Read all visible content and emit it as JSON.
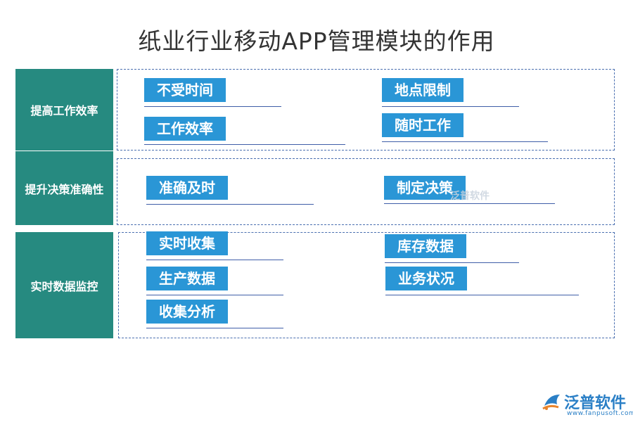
{
  "title": "纸业行业移动APP管理模块的作用",
  "rows": [
    {
      "label": "提高工作效率",
      "items": [
        "不受时间",
        "地点限制",
        "工作效率",
        "随时工作"
      ]
    },
    {
      "label": "提升决策准确性",
      "items": [
        "准确及时",
        "制定决策"
      ]
    },
    {
      "label": "实时数据监控",
      "items": [
        "实时收集",
        "库存数据",
        "生产数据",
        "业务状况",
        "收集分析"
      ]
    }
  ],
  "watermark": "泛普软件",
  "logo": {
    "name": "泛普软件",
    "url": "www.fanpusoft.com",
    "icon": "fanpu-logo-icon"
  },
  "colors": {
    "label_bg": "#268a80",
    "tag_bg": "#2a96d6",
    "line": "#3f5ea8"
  }
}
